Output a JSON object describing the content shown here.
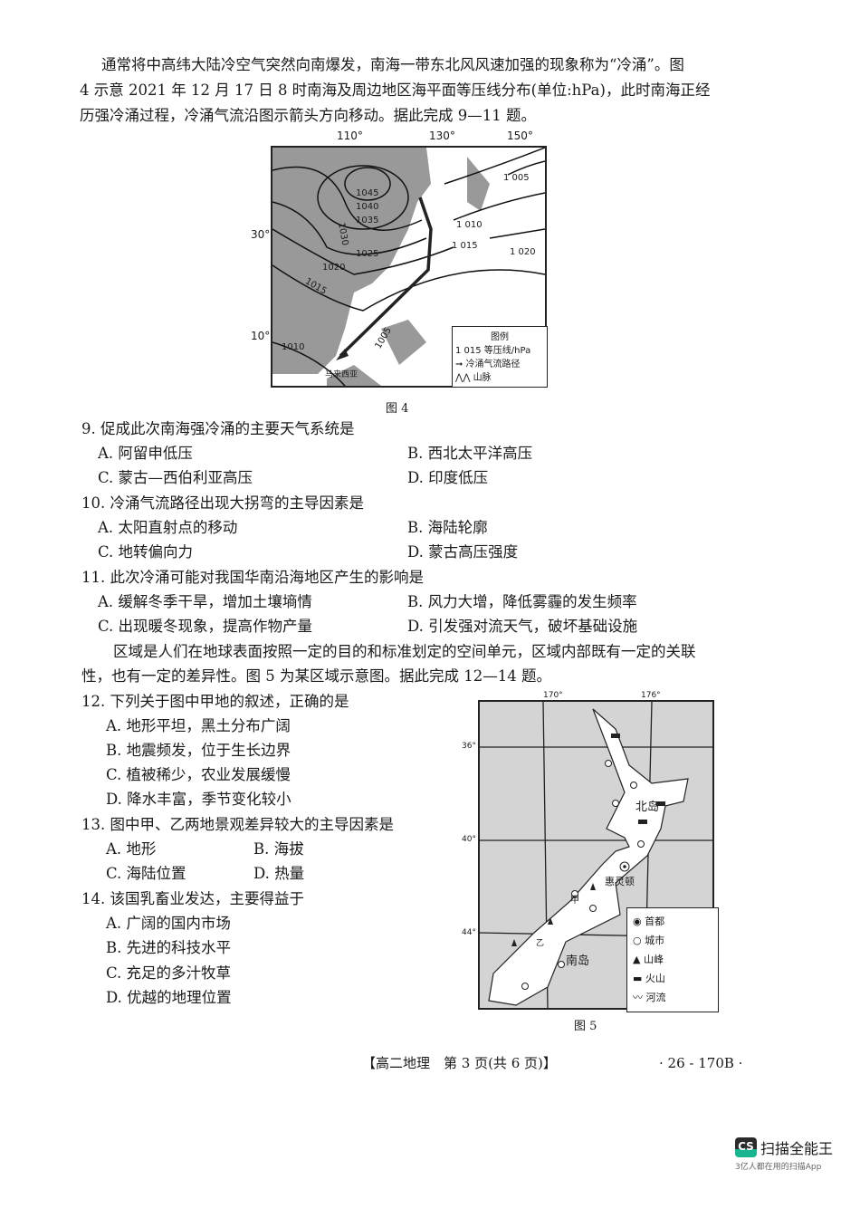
{
  "intro1": {
    "lines": [
      "通常将中高纬大陆冷空气突然向南爆发，南海一带东北风风速加强的现象称为“冷涌”。图",
      "4 示意 2021 年 12 月 17 日 8 时南海及周边地区海平面等压线分布(单位:hPa)，此时南海正经",
      "历强冷涌过程，冷涌气流沿图示箭头方向移动。据此完成 9—11 题。"
    ]
  },
  "figure4": {
    "caption": "图 4",
    "lon_labels": [
      "110°",
      "130°",
      "150°"
    ],
    "lat_labels": [
      "30°",
      "10°"
    ],
    "isobar_labels": [
      "1045",
      "1040",
      "1035",
      "1030",
      "1025",
      "1020",
      "1015",
      "1010",
      "1005",
      "1 005",
      "1 010",
      "1 015",
      "1 020"
    ],
    "place_label": "马来西亚",
    "legend": {
      "title": "图例",
      "items": [
        "1 015 等压线/hPa",
        "冷涌气流路径",
        "山脉"
      ]
    }
  },
  "questions": [
    {
      "stem": "9. 促成此次南海强冷涌的主要天气系统是",
      "options": [
        "A. 阿留申低压",
        "B. 西北太平洋高压",
        "C. 蒙古—西伯利亚高压",
        "D. 印度低压"
      ]
    },
    {
      "stem": "10. 冷涌气流路径出现大拐弯的主导因素是",
      "options": [
        "A. 太阳直射点的移动",
        "B. 海陆轮廓",
        "C. 地转偏向力",
        "D. 蒙古高压强度"
      ]
    },
    {
      "stem": "11. 此次冷涌可能对我国华南沿海地区产生的影响是",
      "options": [
        "A. 缓解冬季干旱，增加土壤墒情",
        "B. 风力大增，降低雾霾的发生频率",
        "C. 出现暖冬现象，提高作物产量",
        "D. 引发强对流天气，破坏基础设施"
      ]
    },
    {
      "stem": "12. 下列关于图中甲地的叙述，正确的是",
      "options": [
        "A. 地形平坦，黑土分布广阔",
        "B. 地震频发，位于生长边界",
        "C. 植被稀少，农业发展缓慢",
        "D. 降水丰富，季节变化较小"
      ]
    },
    {
      "stem": "13. 图中甲、乙两地景观差异较大的主导因素是",
      "options": [
        "A. 地形",
        "B. 海拔",
        "C. 海陆位置",
        "D. 热量"
      ]
    },
    {
      "stem": "14. 该国乳畜业发达，主要得益于",
      "options": [
        "A. 广阔的国内市场",
        "B. 先进的科技水平",
        "C. 充足的多汁牧草",
        "D. 优越的地理位置"
      ]
    }
  ],
  "intro2": {
    "lines": [
      "区域是人们在地球表面按照一定的目的和标准划定的空间单元，区域内部既有一定的关联",
      "性，也有一定的差异性。图 5 为某区域示意图。据此完成 12—14 题。"
    ]
  },
  "figure5": {
    "caption": "图 5",
    "lon_labels": [
      "170°",
      "176°"
    ],
    "lat_labels": [
      "36°",
      "40°",
      "44°"
    ],
    "labels": [
      "北岛",
      "南岛",
      "惠灵顿",
      "甲",
      "乙"
    ],
    "legend": [
      "首都",
      "城市",
      "山峰",
      "火山",
      "河流"
    ]
  },
  "footer": {
    "left": "【高二地理　第 3 页(共 6 页)】",
    "right": "· 26 - 170B ·"
  },
  "watermark": {
    "logo": "CS",
    "name": "扫描全能王",
    "tagline": "3亿人都在用的扫描App"
  }
}
